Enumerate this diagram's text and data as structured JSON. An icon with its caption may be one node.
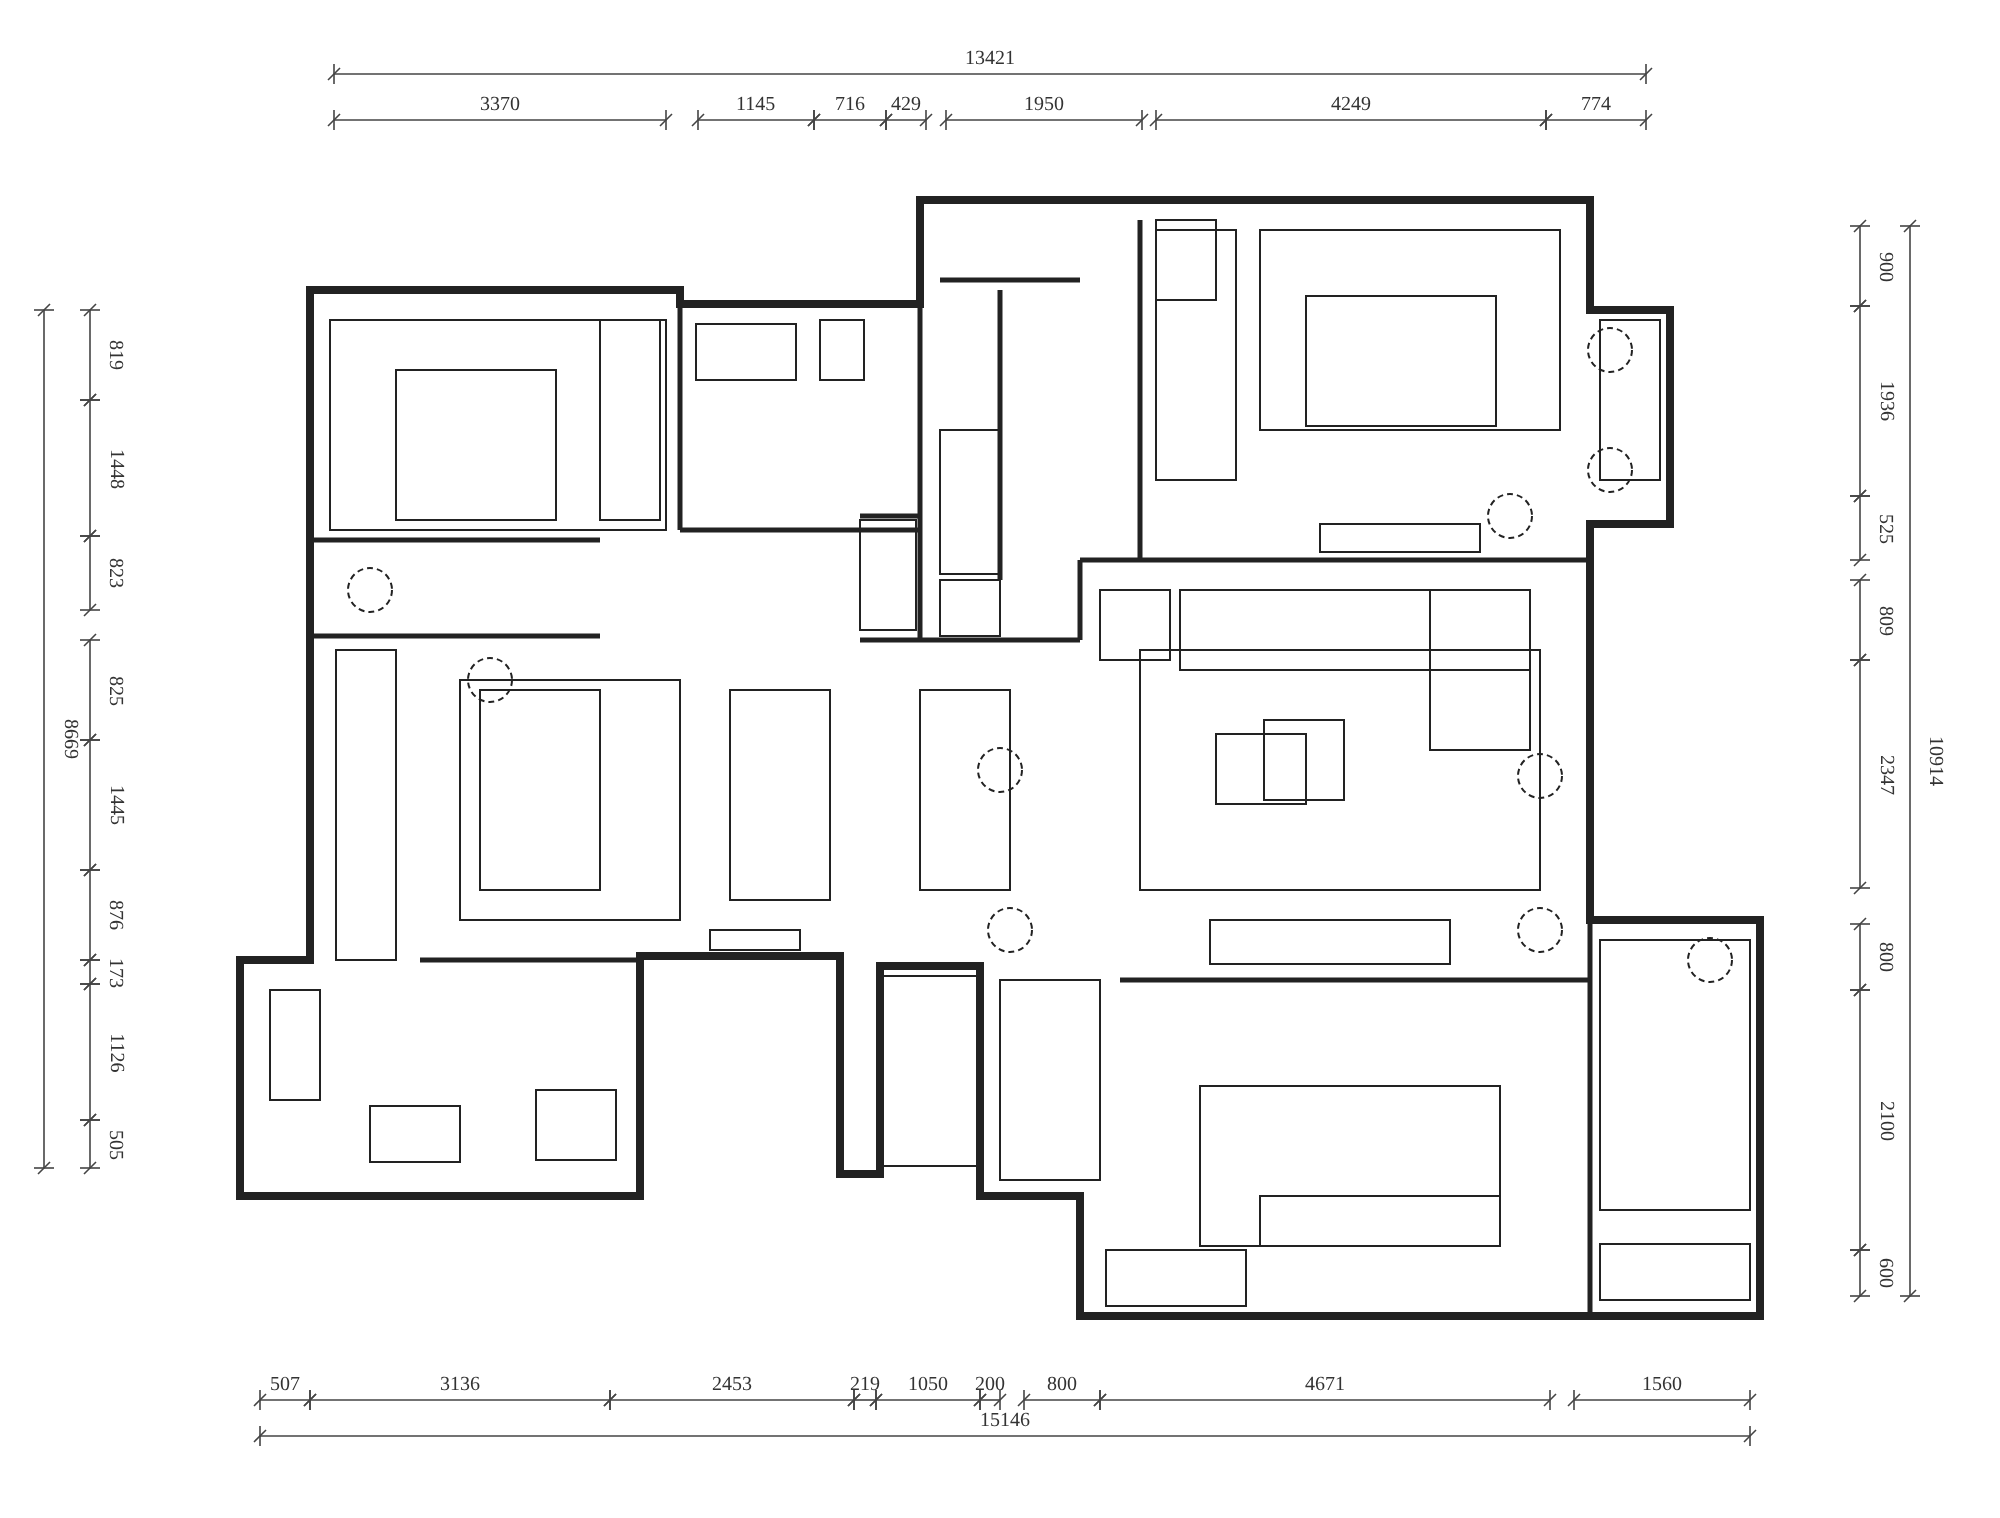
{
  "diagram": {
    "labels": [
      "13421",
      "3370",
      "1145",
      "716",
      "429",
      "1950",
      "4249",
      "774",
      "819",
      "1448",
      "823",
      "825",
      "1445",
      "876",
      "173",
      "1126",
      "505",
      "8669",
      "900",
      "1936",
      "525",
      "809",
      "2347",
      "10914",
      "800",
      "2100",
      "600",
      "507",
      "3136",
      "2453",
      "219",
      "1050",
      "200",
      "800",
      "4671",
      "1560",
      "15146"
    ]
  }
}
